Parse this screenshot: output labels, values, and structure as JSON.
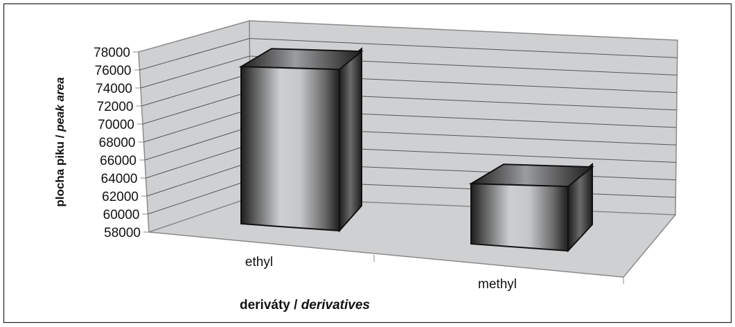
{
  "chart_data": {
    "type": "bar",
    "style": "3d-column",
    "categories": [
      "ethyl",
      "methyl"
    ],
    "values": [
      76000,
      63500
    ],
    "xlabel_plain": "deriváty / ",
    "xlabel_italic": "derivatives",
    "ylabel_plain": "plocha piku / ",
    "ylabel_italic": "peak area",
    "ylim": [
      58000,
      78000
    ],
    "yticks": [
      "58000",
      "60000",
      "62000",
      "64000",
      "66000",
      "68000",
      "70000",
      "72000",
      "74000",
      "76000",
      "78000"
    ],
    "grid": true,
    "legend": "none",
    "colors": {
      "wall": "#cfd0d2",
      "bar_dark": "#1e1c1d",
      "bar_light": "#cdd0d3"
    }
  }
}
